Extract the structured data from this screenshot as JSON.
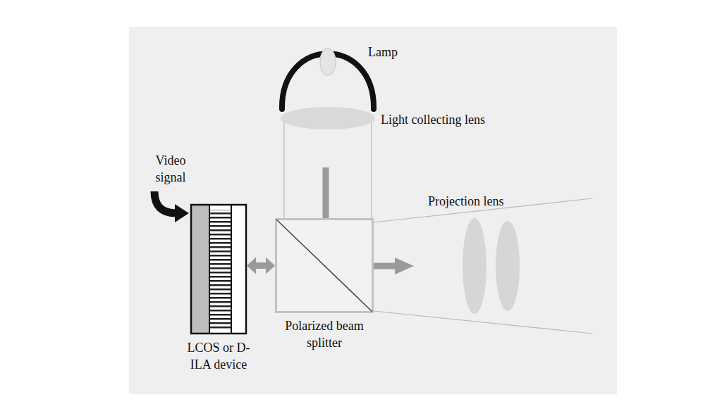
{
  "diagram": {
    "nodes": [
      {
        "text": [
          "LCOS or D-ILA device"
        ]
      },
      {
        "text": [
          "Polarized beam splitter"
        ]
      }
    ],
    "edges": [
      {
        "from": 0,
        "to": 1,
        "arrow": "both"
      }
    ],
    "labels": [
      "Lamp",
      "Light collecting lens",
      "Video signal",
      "Projection lens"
    ]
  }
}
